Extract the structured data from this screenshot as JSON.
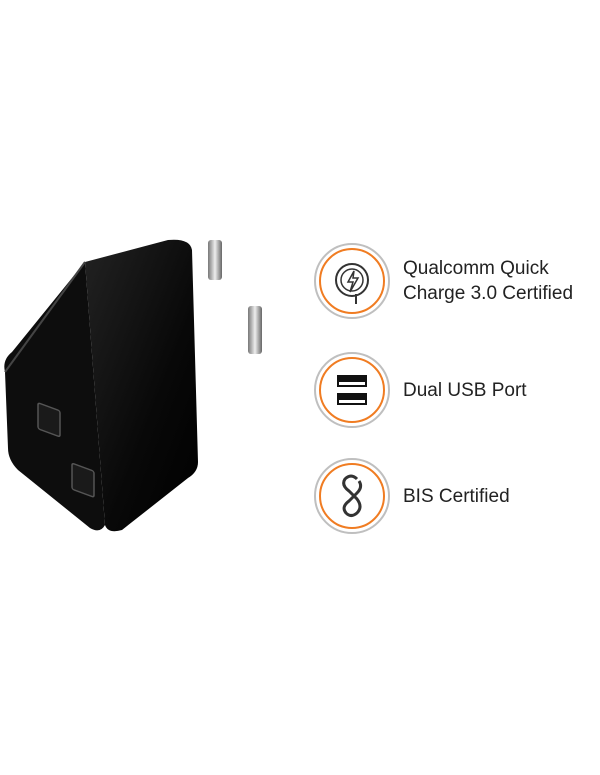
{
  "features": [
    {
      "icon": "quick-charge-icon",
      "line1": "Qualcomm Quick",
      "line2": "Charge 3.0 Certified"
    },
    {
      "icon": "usb-ports-icon",
      "line1": "Dual USB Port"
    },
    {
      "icon": "bis-certified-icon",
      "line1": "BIS Certified"
    }
  ],
  "colors": {
    "accent": "#f07c22",
    "ring": "#bfbfbf",
    "product": "#0b0b0b"
  }
}
